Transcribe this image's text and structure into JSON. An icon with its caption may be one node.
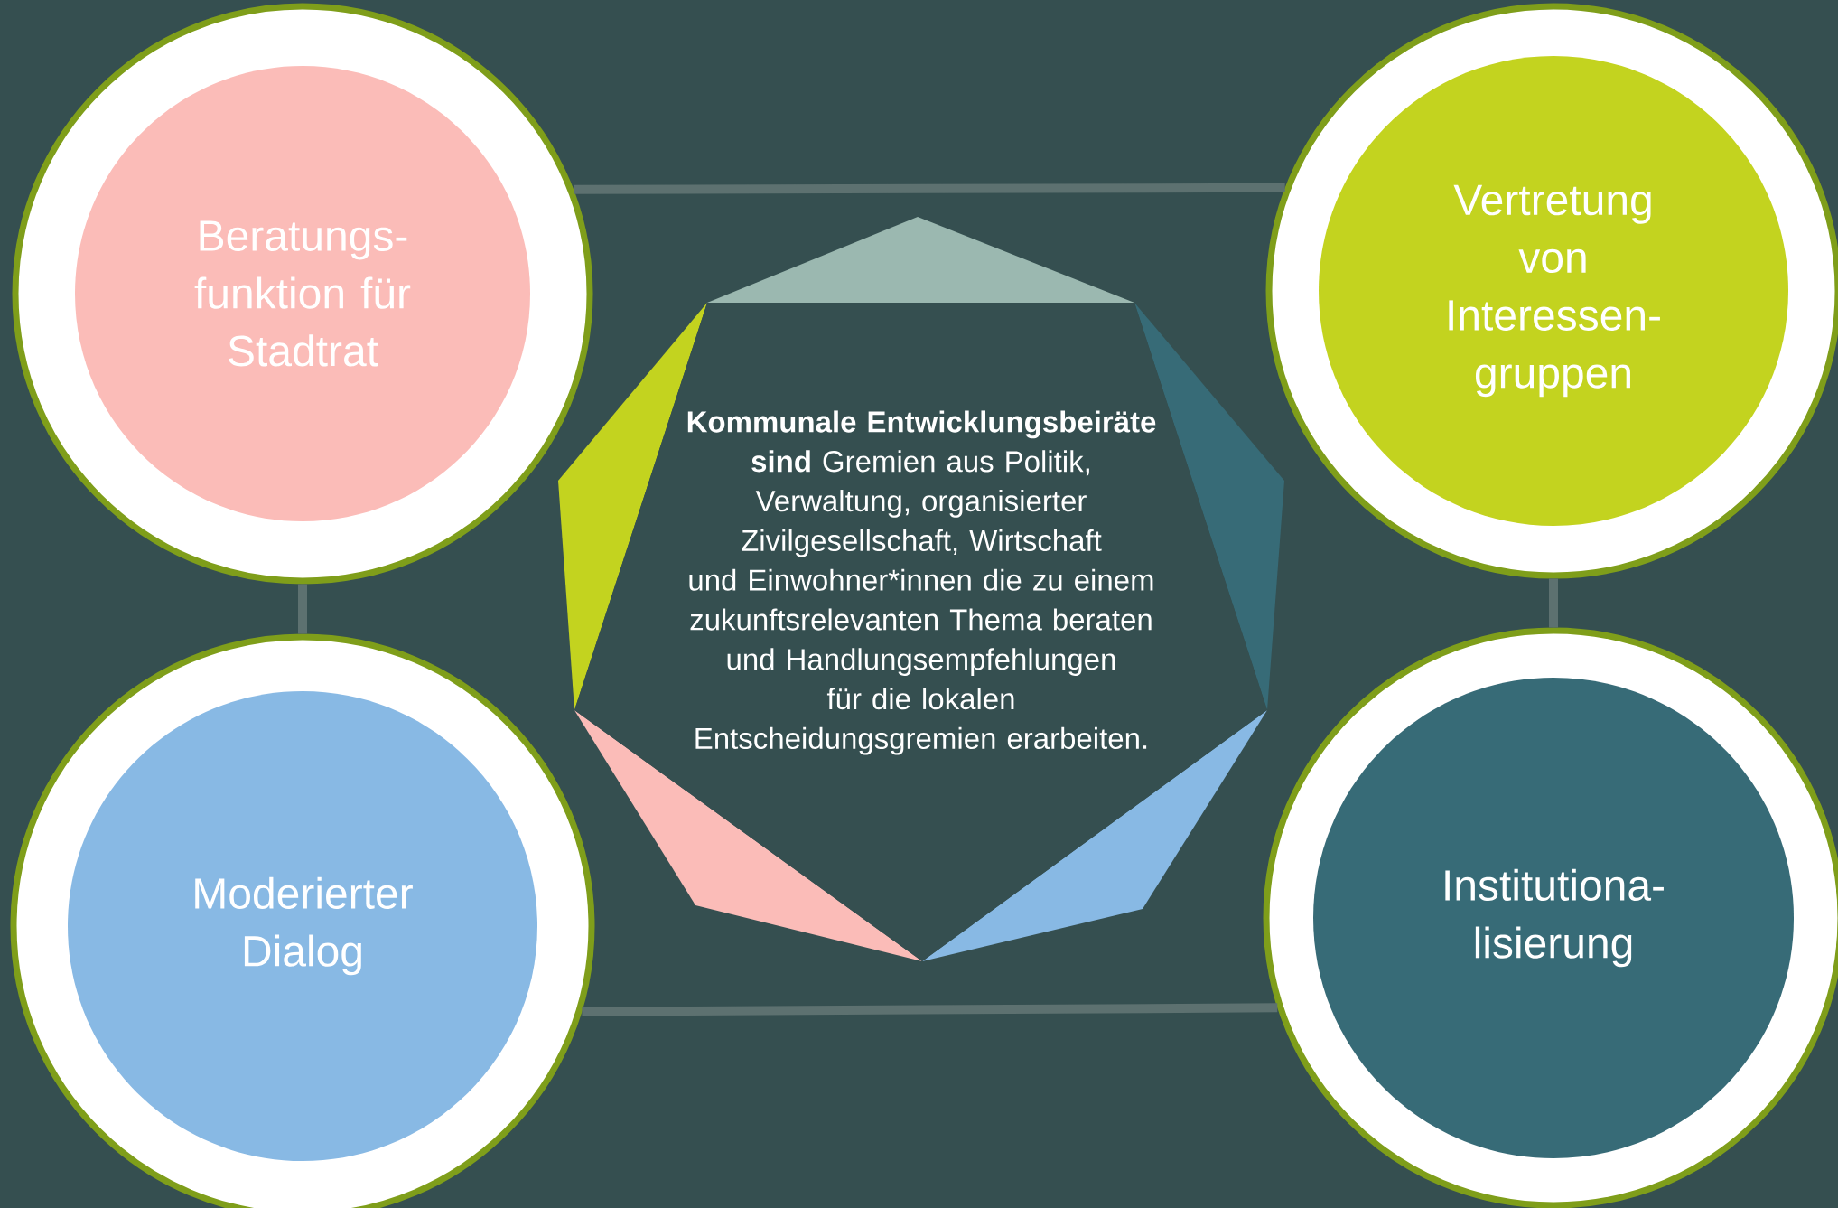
{
  "diagram": {
    "nodes": [
      {
        "text": [
          "Beratungs-funktion für Stadtrat"
        ]
      },
      {
        "text": [
          "Vertretung von Interessen-gruppen"
        ]
      },
      {
        "text": [
          "**Kommunale Entwicklungsbeiräte sind** Gremien aus Politik, Verwaltung, organisierter Zivilgesellschaft, Wirtschaft und Einwohner*innen die zu einem zukunftsrelevanten Thema beraten und Handlungsempfehlungen für die lokalen Entscheidungsgremien erarbeiten."
        ]
      },
      {
        "text": [
          "Moderierter Dialog"
        ]
      },
      {
        "text": [
          "Institutiona-lisierung"
        ]
      }
    ],
    "edges": [
      {
        "from": 0,
        "to": 1,
        "arrow": "none"
      },
      {
        "from": 0,
        "to": 3,
        "arrow": "none"
      },
      {
        "from": 1,
        "to": 4,
        "arrow": "none"
      },
      {
        "from": 3,
        "to": 4,
        "arrow": "none"
      }
    ]
  }
}
